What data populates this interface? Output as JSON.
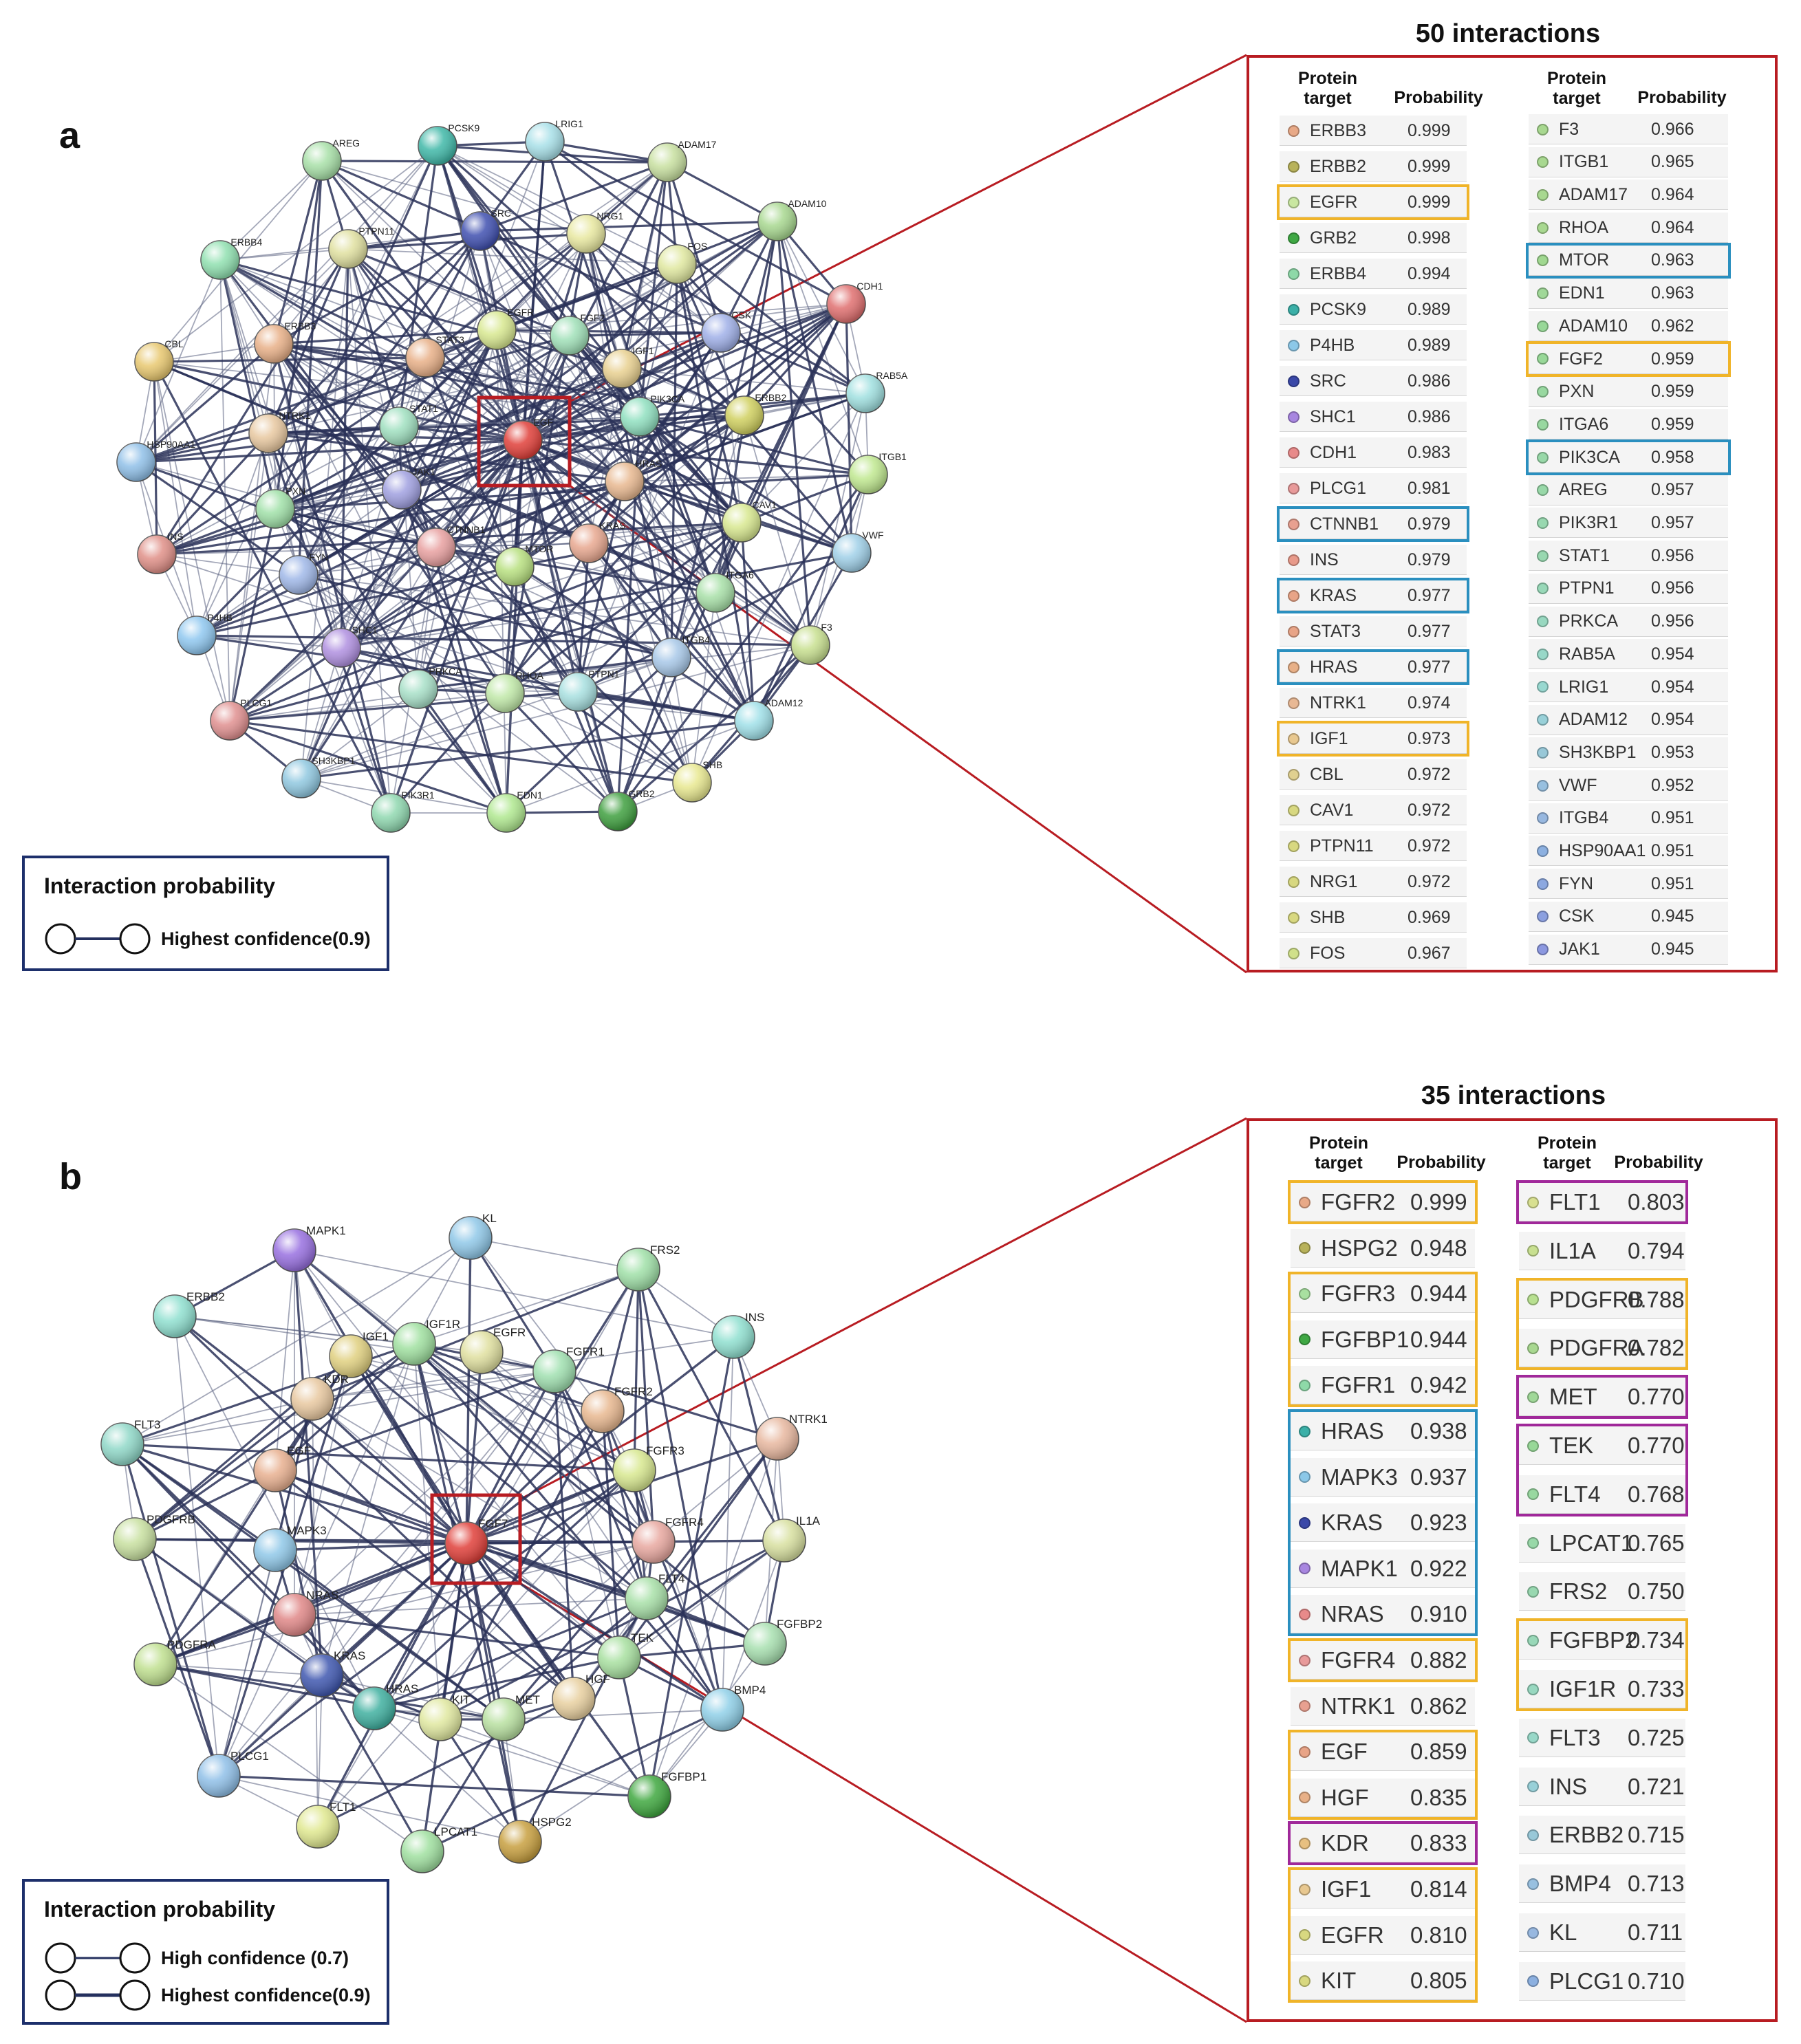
{
  "panel_a": {
    "letter": "a",
    "title": "50 interactions",
    "legend": {
      "title": "Interaction probability",
      "items": [
        "Highest confidence(0.9)"
      ]
    },
    "table_headers": {
      "target": "Protein target",
      "probability": "Probability"
    },
    "left_column": [
      {
        "name": "ERBB3",
        "prob": "0.999",
        "color": "#e8a987"
      },
      {
        "name": "ERBB2",
        "prob": "0.999",
        "color": "#b8b25a"
      },
      {
        "name": "EGFR",
        "prob": "0.999",
        "color": "#c9e7a0"
      },
      {
        "name": "GRB2",
        "prob": "0.998",
        "color": "#3fa844"
      },
      {
        "name": "ERBB4",
        "prob": "0.994",
        "color": "#8ed9a8"
      },
      {
        "name": "PCSK9",
        "prob": "0.989",
        "color": "#3bb0a8"
      },
      {
        "name": "P4HB",
        "prob": "0.989",
        "color": "#8cc8e8"
      },
      {
        "name": "SRC",
        "prob": "0.986",
        "color": "#3a48a8"
      },
      {
        "name": "SHC1",
        "prob": "0.986",
        "color": "#a886e0"
      },
      {
        "name": "CDH1",
        "prob": "0.983",
        "color": "#e88a8a"
      },
      {
        "name": "PLCG1",
        "prob": "0.981",
        "color": "#e89a9a"
      },
      {
        "name": "CTNNB1",
        "prob": "0.979",
        "color": "#e8a090"
      },
      {
        "name": "INS",
        "prob": "0.979",
        "color": "#e89a8a"
      },
      {
        "name": "KRAS",
        "prob": "0.977",
        "color": "#e8a487"
      },
      {
        "name": "STAT3",
        "prob": "0.977",
        "color": "#e8a487"
      },
      {
        "name": "HRAS",
        "prob": "0.977",
        "color": "#e8b087"
      },
      {
        "name": "NTRK1",
        "prob": "0.974",
        "color": "#e8b894"
      },
      {
        "name": "IGF1",
        "prob": "0.973",
        "color": "#e8c890"
      },
      {
        "name": "CBL",
        "prob": "0.972",
        "color": "#e0d090"
      },
      {
        "name": "CAV1",
        "prob": "0.972",
        "color": "#d8d880"
      },
      {
        "name": "PTPN11",
        "prob": "0.972",
        "color": "#d8d880"
      },
      {
        "name": "NRG1",
        "prob": "0.972",
        "color": "#d8d880"
      },
      {
        "name": "SHB",
        "prob": "0.969",
        "color": "#d8d880"
      },
      {
        "name": "FOS",
        "prob": "0.967",
        "color": "#d0e08a"
      }
    ],
    "right_column": [
      {
        "name": "F3",
        "prob": "0.966",
        "color": "#a8d890"
      },
      {
        "name": "ITGB1",
        "prob": "0.965",
        "color": "#a8d890"
      },
      {
        "name": "ADAM17",
        "prob": "0.964",
        "color": "#a8d890"
      },
      {
        "name": "RHOA",
        "prob": "0.964",
        "color": "#a8d890"
      },
      {
        "name": "MTOR",
        "prob": "0.963",
        "color": "#a0d890"
      },
      {
        "name": "EDN1",
        "prob": "0.963",
        "color": "#a0d898"
      },
      {
        "name": "ADAM10",
        "prob": "0.962",
        "color": "#98d898"
      },
      {
        "name": "FGF2",
        "prob": "0.959",
        "color": "#98d898"
      },
      {
        "name": "PXN",
        "prob": "0.959",
        "color": "#98d8a0"
      },
      {
        "name": "ITGA6",
        "prob": "0.959",
        "color": "#98d8a0"
      },
      {
        "name": "PIK3CA",
        "prob": "0.958",
        "color": "#98d8a8"
      },
      {
        "name": "AREG",
        "prob": "0.957",
        "color": "#98d8a8"
      },
      {
        "name": "PIK3R1",
        "prob": "0.957",
        "color": "#98d8b0"
      },
      {
        "name": "STAT1",
        "prob": "0.956",
        "color": "#98d8b0"
      },
      {
        "name": "PTPN1",
        "prob": "0.956",
        "color": "#98d8b8"
      },
      {
        "name": "PRKCA",
        "prob": "0.956",
        "color": "#98d8c0"
      },
      {
        "name": "RAB5A",
        "prob": "0.954",
        "color": "#98d8c8"
      },
      {
        "name": "LRIG1",
        "prob": "0.954",
        "color": "#98d8d0"
      },
      {
        "name": "ADAM12",
        "prob": "0.954",
        "color": "#98d0d8"
      },
      {
        "name": "SH3KBP1",
        "prob": "0.953",
        "color": "#98c8d8"
      },
      {
        "name": "VWF",
        "prob": "0.952",
        "color": "#98c0e0"
      },
      {
        "name": "ITGB4",
        "prob": "0.951",
        "color": "#98b8e0"
      },
      {
        "name": "HSP90AA1",
        "prob": "0.951",
        "color": "#8cb0e0"
      },
      {
        "name": "FYN",
        "prob": "0.951",
        "color": "#8ca8e0"
      },
      {
        "name": "CSK",
        "prob": "0.945",
        "color": "#8ca0e0"
      },
      {
        "name": "JAK1",
        "prob": "0.945",
        "color": "#8c98e0"
      }
    ],
    "nodes": [
      {
        "id": "EGF",
        "color": "#e0403a"
      },
      {
        "id": "AREG",
        "color": "#a8e0a8"
      },
      {
        "id": "PCSK9",
        "color": "#40b8a8"
      },
      {
        "id": "LRIG1",
        "color": "#a8e0e8"
      },
      {
        "id": "ADAM17",
        "color": "#c8e0a0"
      },
      {
        "id": "ADAM10",
        "color": "#a8d890"
      },
      {
        "id": "CDH1",
        "color": "#e07070"
      },
      {
        "id": "RAB5A",
        "color": "#a0e0e0"
      },
      {
        "id": "ITGB1",
        "color": "#c0e890"
      },
      {
        "id": "VWF",
        "color": "#a0d0e8"
      },
      {
        "id": "F3",
        "color": "#c8e090"
      },
      {
        "id": "ADAM12",
        "color": "#a0e0e8"
      },
      {
        "id": "SHB",
        "color": "#e8e890"
      },
      {
        "id": "GRB2",
        "color": "#40a040"
      },
      {
        "id": "EDN1",
        "color": "#b0e890"
      },
      {
        "id": "PIK3R1",
        "color": "#90d8b0"
      },
      {
        "id": "SH3KBP1",
        "color": "#90c8e0"
      },
      {
        "id": "PLCG1",
        "color": "#e09090"
      },
      {
        "id": "P4HB",
        "color": "#90c8f0"
      },
      {
        "id": "INS",
        "color": "#e09088"
      },
      {
        "id": "HSP90AA1",
        "color": "#90c0e8"
      },
      {
        "id": "CBL",
        "color": "#e8c870"
      },
      {
        "id": "ERBB4",
        "color": "#90e0b0"
      },
      {
        "id": "PTPN11",
        "color": "#e0e0a0"
      },
      {
        "id": "SRC",
        "color": "#4050b0"
      },
      {
        "id": "NRG1",
        "color": "#e8e8a0"
      },
      {
        "id": "FOS",
        "color": "#e0e8a0"
      },
      {
        "id": "CSK",
        "color": "#a0b0e8"
      },
      {
        "id": "ERBB3",
        "color": "#e8b088"
      },
      {
        "id": "STAT3",
        "color": "#e8b088"
      },
      {
        "id": "EGFR",
        "color": "#d8e890"
      },
      {
        "id": "FGF2",
        "color": "#a0e0b8"
      },
      {
        "id": "IGF1",
        "color": "#e8d090"
      },
      {
        "id": "PIK3CA",
        "color": "#90e0c0"
      },
      {
        "id": "ERBB2",
        "color": "#d0d060"
      },
      {
        "id": "NTRK1",
        "color": "#e8c8a0"
      },
      {
        "id": "STAT1",
        "color": "#a0e0c0"
      },
      {
        "id": "HRAS",
        "color": "#e8b890"
      },
      {
        "id": "JAK1",
        "color": "#a0a0e0"
      },
      {
        "id": "PXN",
        "color": "#a0e0a8"
      },
      {
        "id": "CAV1",
        "color": "#d8e890"
      },
      {
        "id": "FYN",
        "color": "#a0b8e8"
      },
      {
        "id": "CTNNB1",
        "color": "#e8a0a0"
      },
      {
        "id": "MTOR",
        "color": "#b8e080"
      },
      {
        "id": "KRAS",
        "color": "#e8a890"
      },
      {
        "id": "ITGA6",
        "color": "#a8e0a8"
      },
      {
        "id": "ITGB4",
        "color": "#a8c8e8"
      },
      {
        "id": "SHC1",
        "color": "#b090e0"
      },
      {
        "id": "PRKCA",
        "color": "#a8e0c8"
      },
      {
        "id": "RHOA",
        "color": "#c0e8a8"
      },
      {
        "id": "PTPN1",
        "color": "#a8e0e0"
      }
    ]
  },
  "panel_b": {
    "letter": "b",
    "title": "35 interactions",
    "legend": {
      "title": "Interaction probability",
      "items": [
        "High confidence (0.7)",
        "Highest confidence(0.9)"
      ]
    },
    "table_headers": {
      "target": "Protein target",
      "probability": "Probability"
    },
    "left_column": [
      {
        "name": "FGFR2",
        "prob": "0.999",
        "color": "#e8a987"
      },
      {
        "name": "HSPG2",
        "prob": "0.948",
        "color": "#b8b25a"
      },
      {
        "name": "FGFR3",
        "prob": "0.944",
        "color": "#a8e0a0"
      },
      {
        "name": "FGFBP1",
        "prob": "0.944",
        "color": "#3fa844"
      },
      {
        "name": "FGFR1",
        "prob": "0.942",
        "color": "#8ed9a8"
      },
      {
        "name": "HRAS",
        "prob": "0.938",
        "color": "#3bb0a8"
      },
      {
        "name": "MAPK3",
        "prob": "0.937",
        "color": "#8cc8e8"
      },
      {
        "name": "KRAS",
        "prob": "0.923",
        "color": "#3a48a8"
      },
      {
        "name": "MAPK1",
        "prob": "0.922",
        "color": "#a886e0"
      },
      {
        "name": "NRAS",
        "prob": "0.910",
        "color": "#e88a8a"
      },
      {
        "name": "FGFR4",
        "prob": "0.882",
        "color": "#e89a9a"
      },
      {
        "name": "NTRK1",
        "prob": "0.862",
        "color": "#e8a090"
      },
      {
        "name": "EGF",
        "prob": "0.859",
        "color": "#e8a487"
      },
      {
        "name": "HGF",
        "prob": "0.835",
        "color": "#e8b087"
      },
      {
        "name": "KDR",
        "prob": "0.833",
        "color": "#e8c080"
      },
      {
        "name": "IGF1",
        "prob": "0.814",
        "color": "#e8c890"
      },
      {
        "name": "EGFR",
        "prob": "0.810",
        "color": "#d8d880"
      },
      {
        "name": "KIT",
        "prob": "0.805",
        "color": "#d8d880"
      }
    ],
    "right_column": [
      {
        "name": "FLT1",
        "prob": "0.803",
        "color": "#d8e090"
      },
      {
        "name": "IL1A",
        "prob": "0.794",
        "color": "#c8e090"
      },
      {
        "name": "PDGFRB",
        "prob": "0.788",
        "color": "#b8e090"
      },
      {
        "name": "PDGFRA",
        "prob": "0.782",
        "color": "#a8d890"
      },
      {
        "name": "MET",
        "prob": "0.770",
        "color": "#a0d898"
      },
      {
        "name": "TEK",
        "prob": "0.770",
        "color": "#98d898"
      },
      {
        "name": "FLT4",
        "prob": "0.768",
        "color": "#98d8a0"
      },
      {
        "name": "LPCAT1",
        "prob": "0.765",
        "color": "#98d8a8"
      },
      {
        "name": "FRS2",
        "prob": "0.750",
        "color": "#98d8b0"
      },
      {
        "name": "FGFBP2",
        "prob": "0.734",
        "color": "#98d8b8"
      },
      {
        "name": "IGF1R",
        "prob": "0.733",
        "color": "#98d8c0"
      },
      {
        "name": "FLT3",
        "prob": "0.725",
        "color": "#98d8c8"
      },
      {
        "name": "INS",
        "prob": "0.721",
        "color": "#98d0d8"
      },
      {
        "name": "ERBB2",
        "prob": "0.715",
        "color": "#98c8d8"
      },
      {
        "name": "BMP4",
        "prob": "0.713",
        "color": "#98c0e0"
      },
      {
        "name": "KL",
        "prob": "0.711",
        "color": "#98b8e0"
      },
      {
        "name": "PLCG1",
        "prob": "0.710",
        "color": "#8cb0e0"
      }
    ],
    "nodes": [
      {
        "id": "FGF7",
        "color": "#e0403a"
      },
      {
        "id": "MAPK1",
        "color": "#9870e0"
      },
      {
        "id": "KL",
        "color": "#90c8e8"
      },
      {
        "id": "FRS2",
        "color": "#a0e0a8"
      },
      {
        "id": "INS",
        "color": "#90e0d0"
      },
      {
        "id": "NTRK1",
        "color": "#e8b8a0"
      },
      {
        "id": "IL1A",
        "color": "#d8e0a0"
      },
      {
        "id": "FGFBP2",
        "color": "#a8e0b0"
      },
      {
        "id": "BMP4",
        "color": "#90d0e8"
      },
      {
        "id": "FGFBP1",
        "color": "#40a840"
      },
      {
        "id": "HSPG2",
        "color": "#c8a040"
      },
      {
        "id": "LPCAT1",
        "color": "#a0e0a0"
      },
      {
        "id": "FLT1",
        "color": "#e0e890"
      },
      {
        "id": "PLCG1",
        "color": "#90c0e8"
      },
      {
        "id": "PDGFRA",
        "color": "#c0e090"
      },
      {
        "id": "PDGFRB",
        "color": "#c8e0a0"
      },
      {
        "id": "FLT3",
        "color": "#90d8c8"
      },
      {
        "id": "ERBB2",
        "color": "#90e0d0"
      },
      {
        "id": "IGF1",
        "color": "#e0d080"
      },
      {
        "id": "IGF1R",
        "color": "#a0e0a0"
      },
      {
        "id": "EGFR",
        "color": "#e0e0a0"
      },
      {
        "id": "FGFR1",
        "color": "#a0e0b0"
      },
      {
        "id": "FGFR2",
        "color": "#e8b890"
      },
      {
        "id": "FGFR3",
        "color": "#d8e890"
      },
      {
        "id": "FGFR4",
        "color": "#e8a8a0"
      },
      {
        "id": "FLT4",
        "color": "#a8e0a8"
      },
      {
        "id": "TEK",
        "color": "#a8e0a0"
      },
      {
        "id": "HGF",
        "color": "#e8d0a0"
      },
      {
        "id": "MET",
        "color": "#b8e0a0"
      },
      {
        "id": "KIT",
        "color": "#e0e8a0"
      },
      {
        "id": "HRAS",
        "color": "#40b0a0"
      },
      {
        "id": "KRAS",
        "color": "#4058b0"
      },
      {
        "id": "NRAS",
        "color": "#e08888"
      },
      {
        "id": "MAPK3",
        "color": "#90c8e8"
      },
      {
        "id": "EGF",
        "color": "#e8b090"
      },
      {
        "id": "KDR",
        "color": "#e8c8a0"
      }
    ]
  }
}
